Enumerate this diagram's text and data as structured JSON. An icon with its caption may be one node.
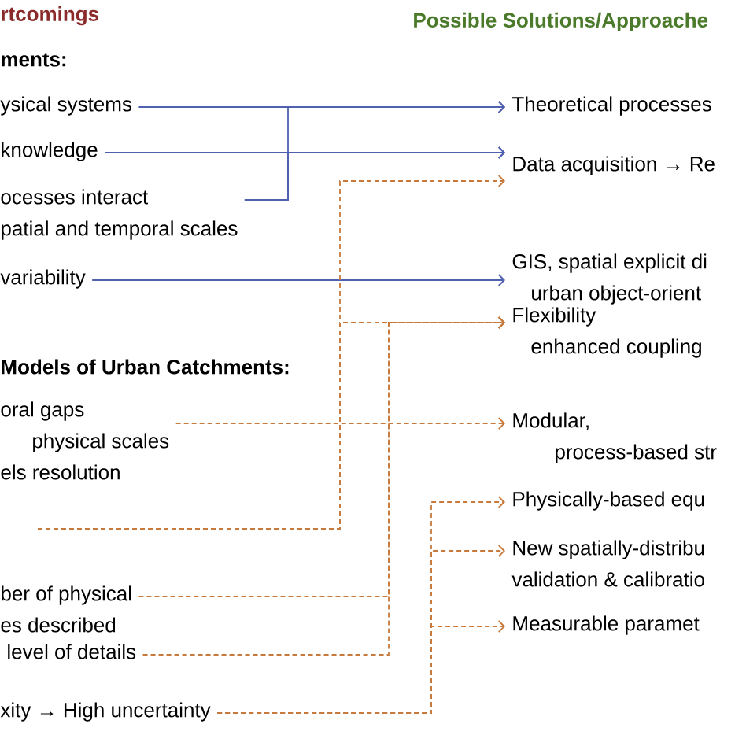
{
  "diagram": {
    "nodes": [
      {
        "text": [
          "ysical systems"
        ]
      },
      {
        "text": [
          "knowledge"
        ]
      },
      {
        "text": [
          "ocesses interact",
          "patial and temporal scales"
        ]
      },
      {
        "text": [
          "variability"
        ]
      },
      {
        "text": [
          "oral gaps",
          "physical scales",
          "els resolution"
        ]
      },
      {
        "text": [
          "ber of physical",
          "es described"
        ]
      },
      {
        "text": [
          "level of details"
        ]
      },
      {
        "text": [
          "xity → High uncertainty"
        ]
      },
      {
        "text": [
          "Theoretical processes"
        ]
      },
      {
        "text": [
          "Data acquisition → Re"
        ]
      },
      {
        "text": [
          "GIS, spatial explicit di",
          "urban object-orient"
        ]
      },
      {
        "text": [
          "Flexibility",
          "enhanced coupling"
        ]
      },
      {
        "text": [
          "Modular,",
          "process-based str"
        ]
      },
      {
        "text": [
          "Physically-based equ"
        ]
      },
      {
        "text": [
          "New spatially-distribu",
          "validation & calibratio"
        ]
      },
      {
        "text": [
          "Measurable paramet"
        ]
      }
    ],
    "edges": [
      {
        "from": 0,
        "to": 8,
        "arrow": "to",
        "color": "#5060b0"
      },
      {
        "from": 1,
        "to": 9,
        "arrow": "to",
        "color": "#5060b0"
      },
      {
        "from": 2,
        "to": 8,
        "arrow": "to",
        "color": "#5060b0"
      },
      {
        "from": 2,
        "to": 9,
        "arrow": "to",
        "color": "#5060b0"
      },
      {
        "from": 3,
        "to": 10,
        "arrow": "to",
        "color": "#5060b0"
      },
      {
        "from": null,
        "to": 9,
        "arrow": "to",
        "style": "dashed"
      },
      {
        "from": null,
        "to": 11,
        "arrow": "to",
        "style": "dashed"
      },
      {
        "from": 4,
        "to": 12,
        "arrow": "to",
        "style": "dashed"
      },
      {
        "from": 5,
        "to": 11,
        "arrow": "to",
        "style": "dashed"
      },
      {
        "from": 6,
        "to": 11,
        "arrow": "to",
        "style": "dashed"
      },
      {
        "from": 7,
        "to": 13,
        "arrow": "to",
        "style": "dashed"
      },
      {
        "from": 7,
        "to": 14,
        "arrow": "to",
        "style": "dashed"
      },
      {
        "from": 7,
        "to": 15,
        "arrow": "to",
        "style": "dashed"
      }
    ],
    "labels": [
      "rtcomings",
      "Possible Solutions/Approache",
      "ments:",
      "Models of Urban Catchments:"
    ]
  }
}
